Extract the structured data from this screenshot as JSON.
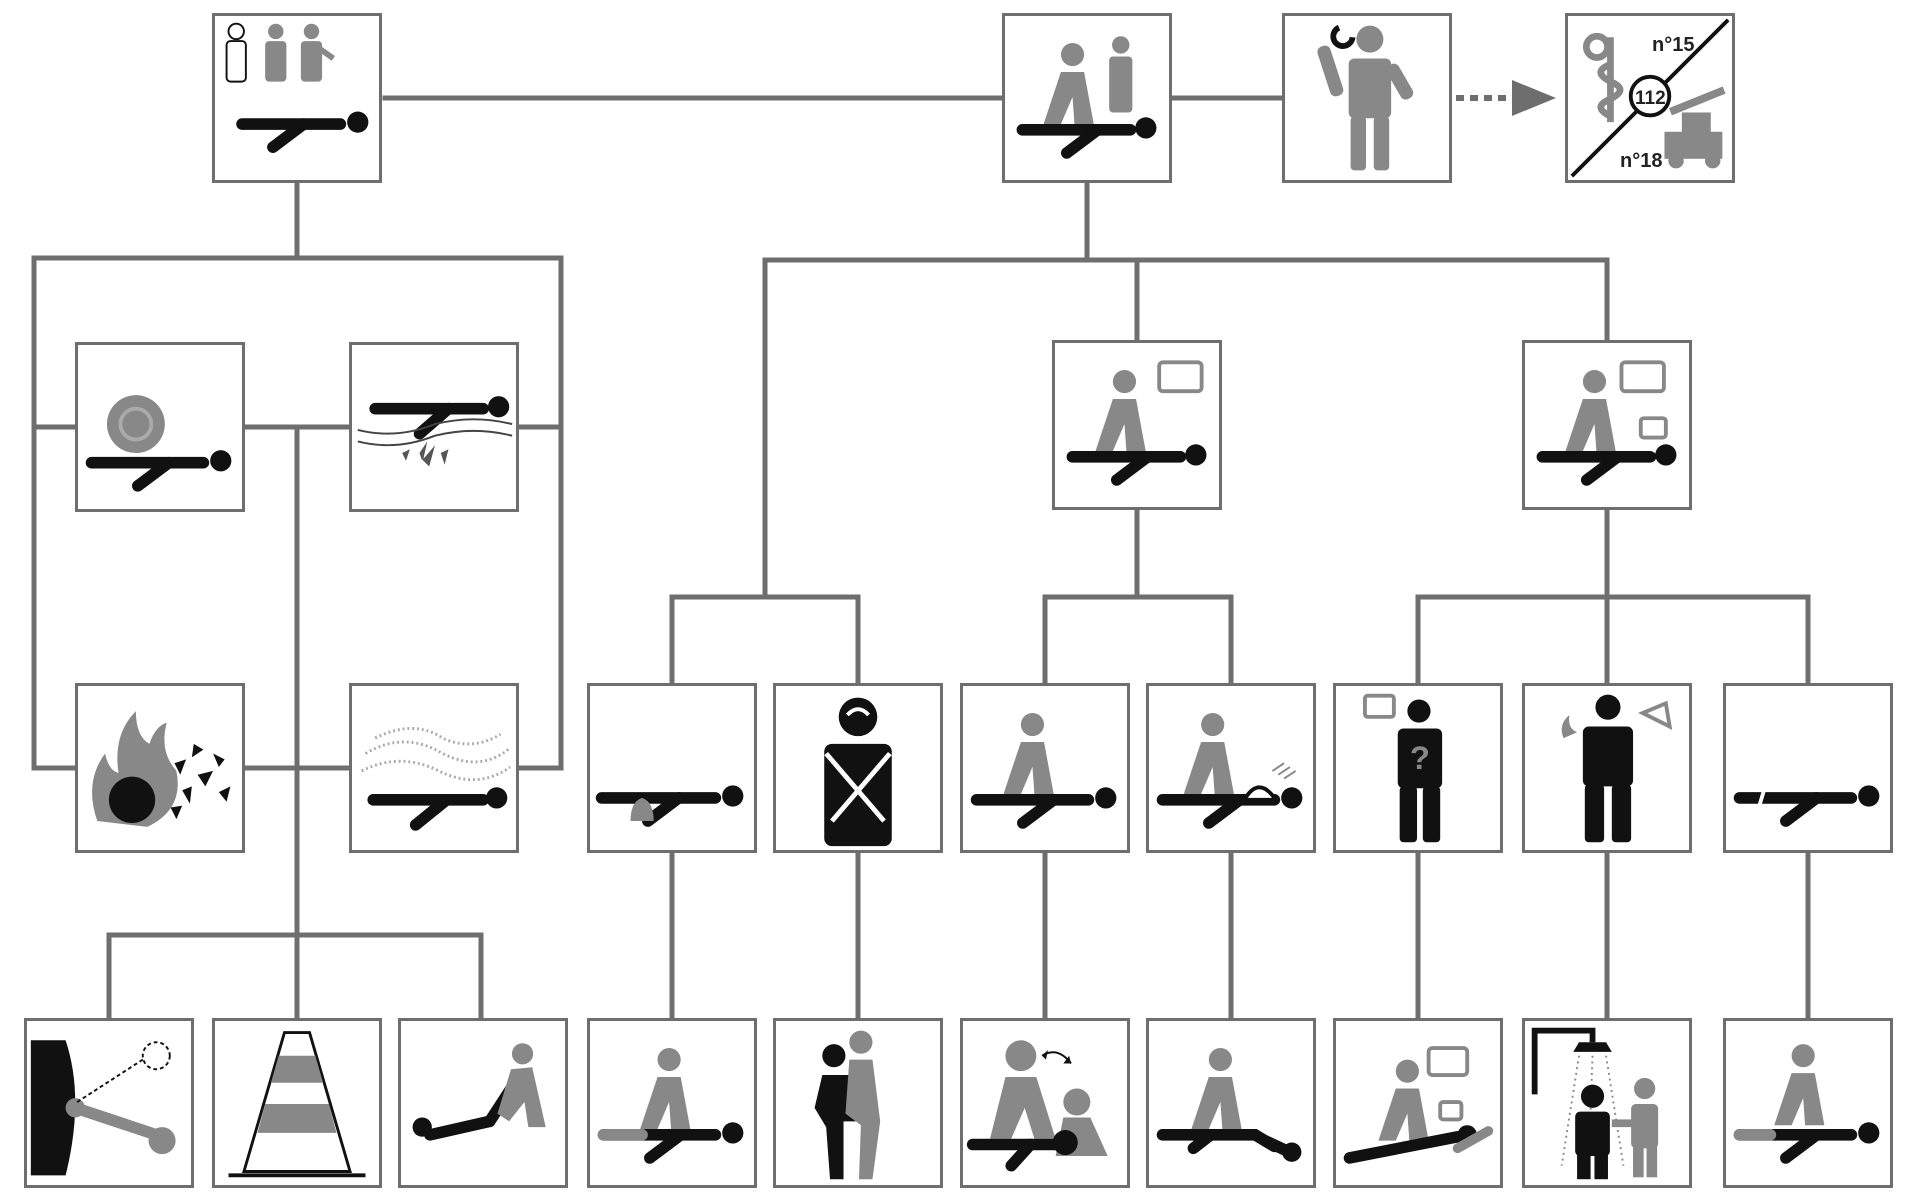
{
  "colors": {
    "line": "#6e6e6e",
    "figure": "#888888",
    "victim": "#111111",
    "accent": "#1a1a1a"
  },
  "emergency_numbers": {
    "samu": "n°15",
    "european": "112",
    "fire": "n°18"
  },
  "nodes": [
    {
      "id": "witnesses",
      "icon": "witnesses-victim-icon"
    },
    {
      "id": "rescuer-with-bystander",
      "icon": "rescuer-kneeling-with-bystander-icon"
    },
    {
      "id": "alert-phone",
      "icon": "person-phoning-icon"
    },
    {
      "id": "emergency-numbers",
      "icon": "emergency-numbers-icon"
    },
    {
      "id": "danger-crush",
      "icon": "crushing-hazard-icon"
    },
    {
      "id": "danger-electric",
      "icon": "electric-hazard-icon"
    },
    {
      "id": "danger-fire",
      "icon": "fire-explosion-hazard-icon"
    },
    {
      "id": "danger-gas",
      "icon": "toxic-gas-hazard-icon"
    },
    {
      "id": "victim-responsive",
      "icon": "rescuer-talking-victim-answers-icon"
    },
    {
      "id": "victim-talking",
      "icon": "rescuer-talking-to-victim-icon"
    },
    {
      "id": "bleeding",
      "icon": "victim-bleeding-icon"
    },
    {
      "id": "choking",
      "icon": "person-choking-icon"
    },
    {
      "id": "not-breathing",
      "icon": "victim-not-breathing-icon"
    },
    {
      "id": "breathing-unconscious",
      "icon": "victim-breathing-icon"
    },
    {
      "id": "malaise",
      "icon": "person-unwell-question-icon"
    },
    {
      "id": "burn",
      "icon": "person-burned-icon"
    },
    {
      "id": "trauma",
      "icon": "victim-fracture-icon"
    },
    {
      "id": "cut-power",
      "icon": "cut-power-switch-icon"
    },
    {
      "id": "signal-cone",
      "icon": "traffic-cone-icon"
    },
    {
      "id": "emergency-drag",
      "icon": "emergency-drag-icon"
    },
    {
      "id": "compress-wound",
      "icon": "direct-compression-icon"
    },
    {
      "id": "heimlich",
      "icon": "abdominal-thrusts-icon"
    },
    {
      "id": "cpr-defib",
      "icon": "cpr-defibrillator-icon"
    },
    {
      "id": "recovery-position",
      "icon": "lateral-safety-position-icon"
    },
    {
      "id": "ask-questions",
      "icon": "questioning-victim-icon"
    },
    {
      "id": "cool-burn",
      "icon": "cooling-burn-shower-icon"
    },
    {
      "id": "immobilize",
      "icon": "head-immobilization-icon"
    }
  ]
}
